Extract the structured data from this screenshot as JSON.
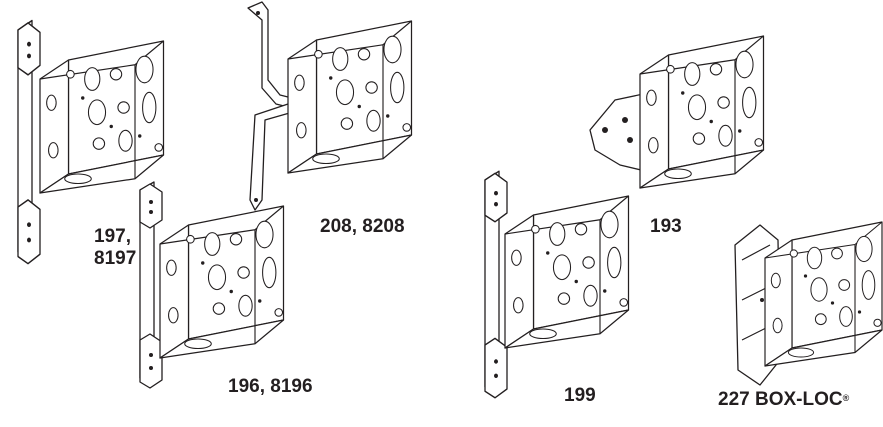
{
  "labels": {
    "box_197": "197,",
    "box_197_line2": "8197",
    "box_208": "208, 8208",
    "box_196": "196, 8196",
    "box_199": "199",
    "box_193": "193",
    "box_227": "227 BOX-LOC",
    "box_227_mark": "®"
  },
  "colors": {
    "ink": "#231f20",
    "background": "#ffffff"
  }
}
